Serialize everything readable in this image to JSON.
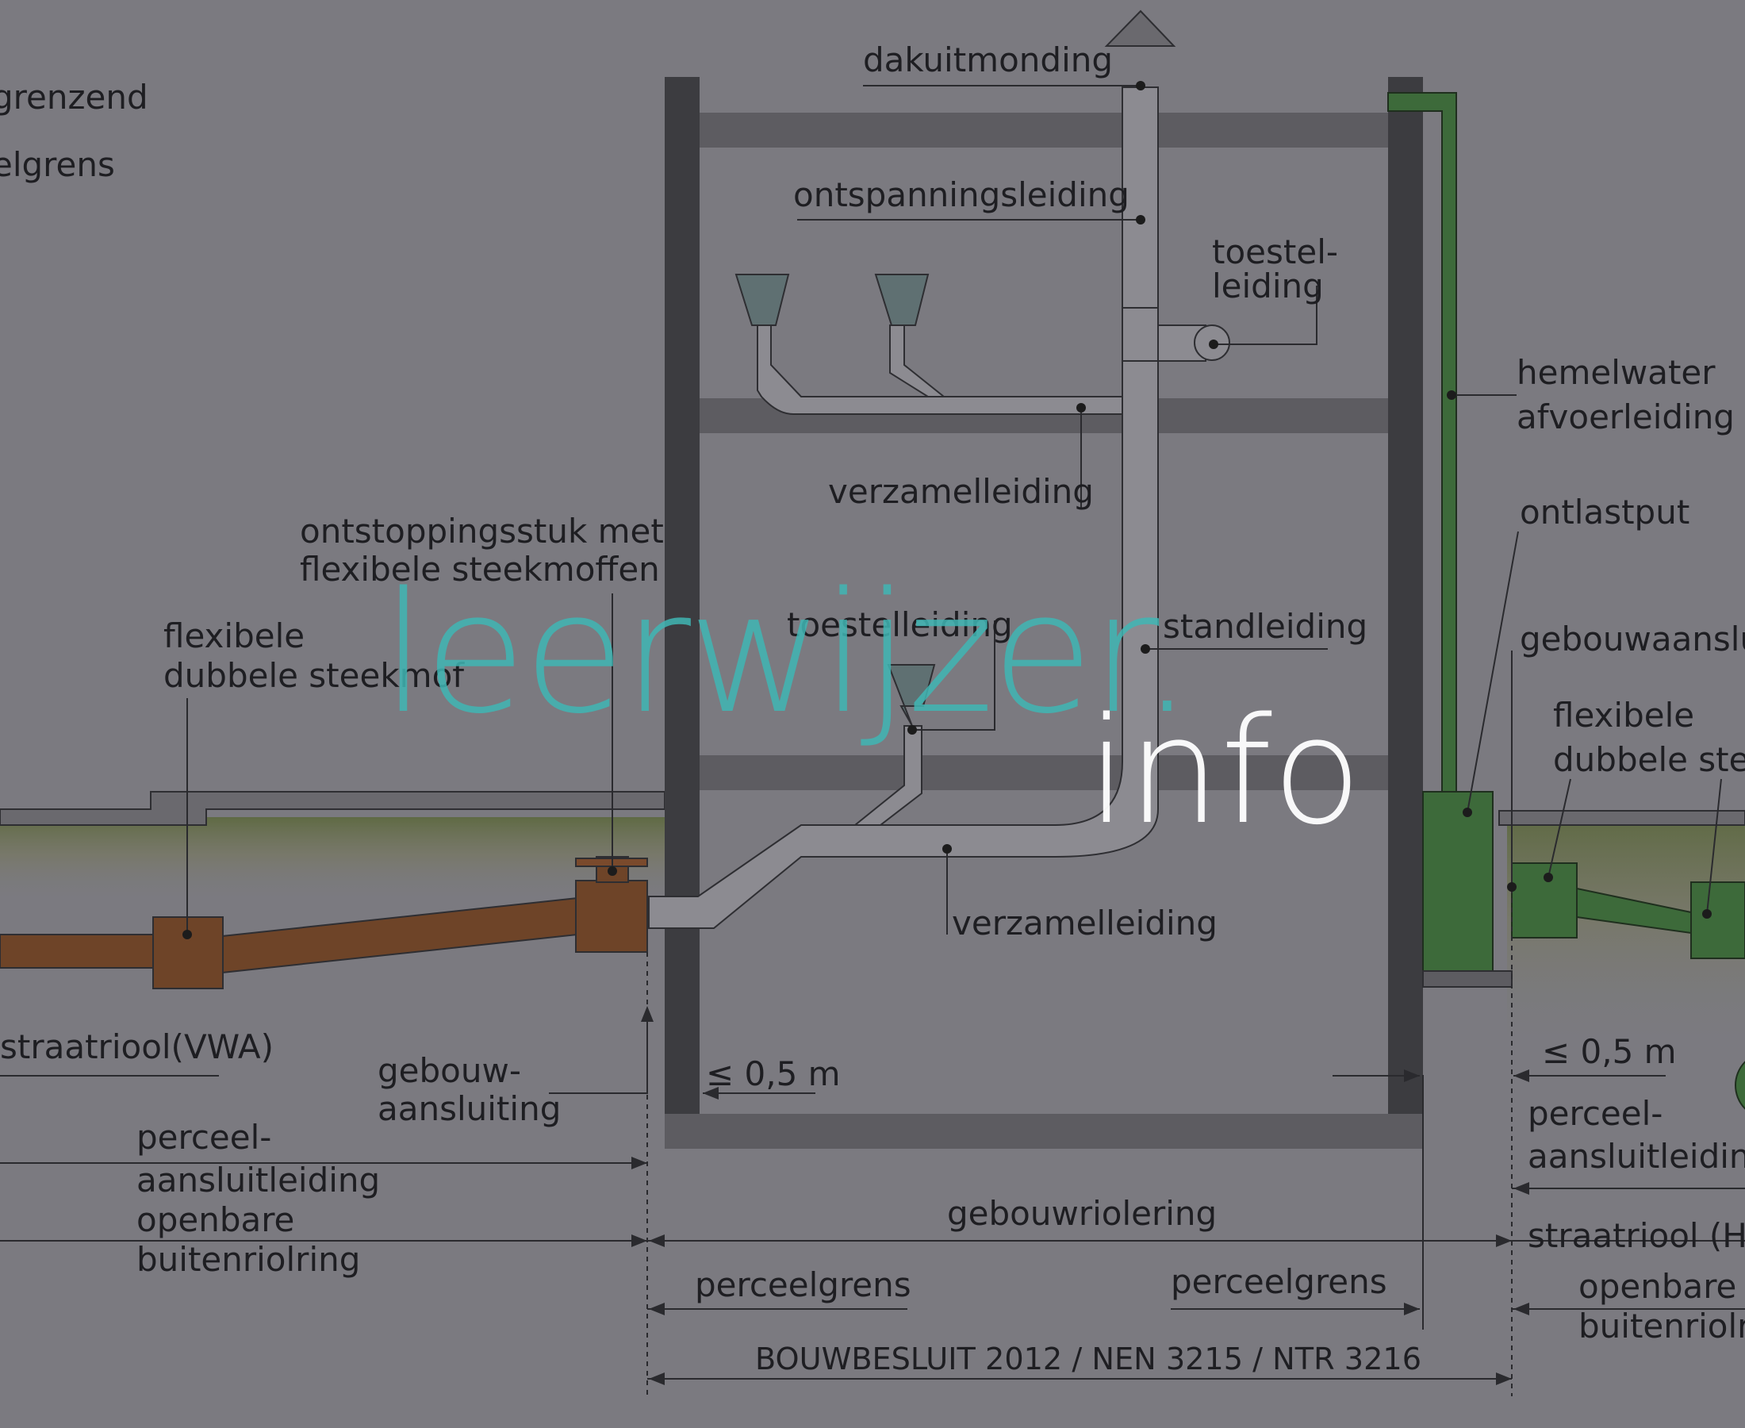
{
  "labels": {
    "top_left_1": "grenzend",
    "top_left_2": "elgrens",
    "dakuitmonding": "dakuitmonding",
    "ontspanningsleiding": "ontspanningsleiding",
    "toestel_top_1": "toestel-",
    "toestel_top_2": "leiding",
    "hemelwater_1": "hemelwater",
    "hemelwater_2": "afvoerleiding",
    "ontlastput": "ontlastput",
    "verzamelleiding_upper": "verzamelleiding",
    "ontstoppingsstuk_1": "ontstoppingsstuk  met",
    "ontstoppingsstuk_2": "flexibele  steekmoffen",
    "flexibele_left_1": "flexibele",
    "flexibele_left_2": "dubbele  steekmof",
    "toestelleiding_mid": "toestelleiding",
    "standleiding": "standleiding",
    "gebouwaansluiting_right": "gebouwaansluiting",
    "flexibele_right_1": "flexibele",
    "flexibele_right_2": "dubbele  steekmof",
    "verzamelleiding_lower": "verzamelleiding",
    "straatriool_vwa": "straatriool(VWA)",
    "gebouw_1": "gebouw-",
    "gebouw_2": "aansluiting",
    "dist_left": "≤  0,5 m",
    "dist_right": "≤  0,5 m",
    "perceel_left_1": "perceel-",
    "perceel_left_2": "aansluitleiding",
    "openbare_left_1": "openbare",
    "openbare_left_2": "buitenriolring",
    "perceel_right_1": "perceel-",
    "perceel_right_2": "aansluitleiding",
    "gebouwriolering": "gebouwriolering",
    "straatriool_hwa": "straatriool (HWA)",
    "perceelgrens_left": "perceelgrens",
    "perceelgrens_right": "perceelgrens",
    "openbare_right_1": "openbare",
    "openbare_right_2": "buitenriolring",
    "bouwbesluit": "BOUWBESLUIT 2012 / NEN  3215 / NTR 3216"
  },
  "watermark": {
    "part1": "leerwijzer.",
    "part2": "info"
  },
  "colors": {
    "background": "#7b7a80",
    "wall": "#3c3c40",
    "floor": "#5d5c61",
    "pipe_grey": "#8c8b91",
    "pipe_brown": "#6e4428",
    "pipe_green": "#3d6a3a",
    "watermark_teal": "#3fb6b4"
  }
}
